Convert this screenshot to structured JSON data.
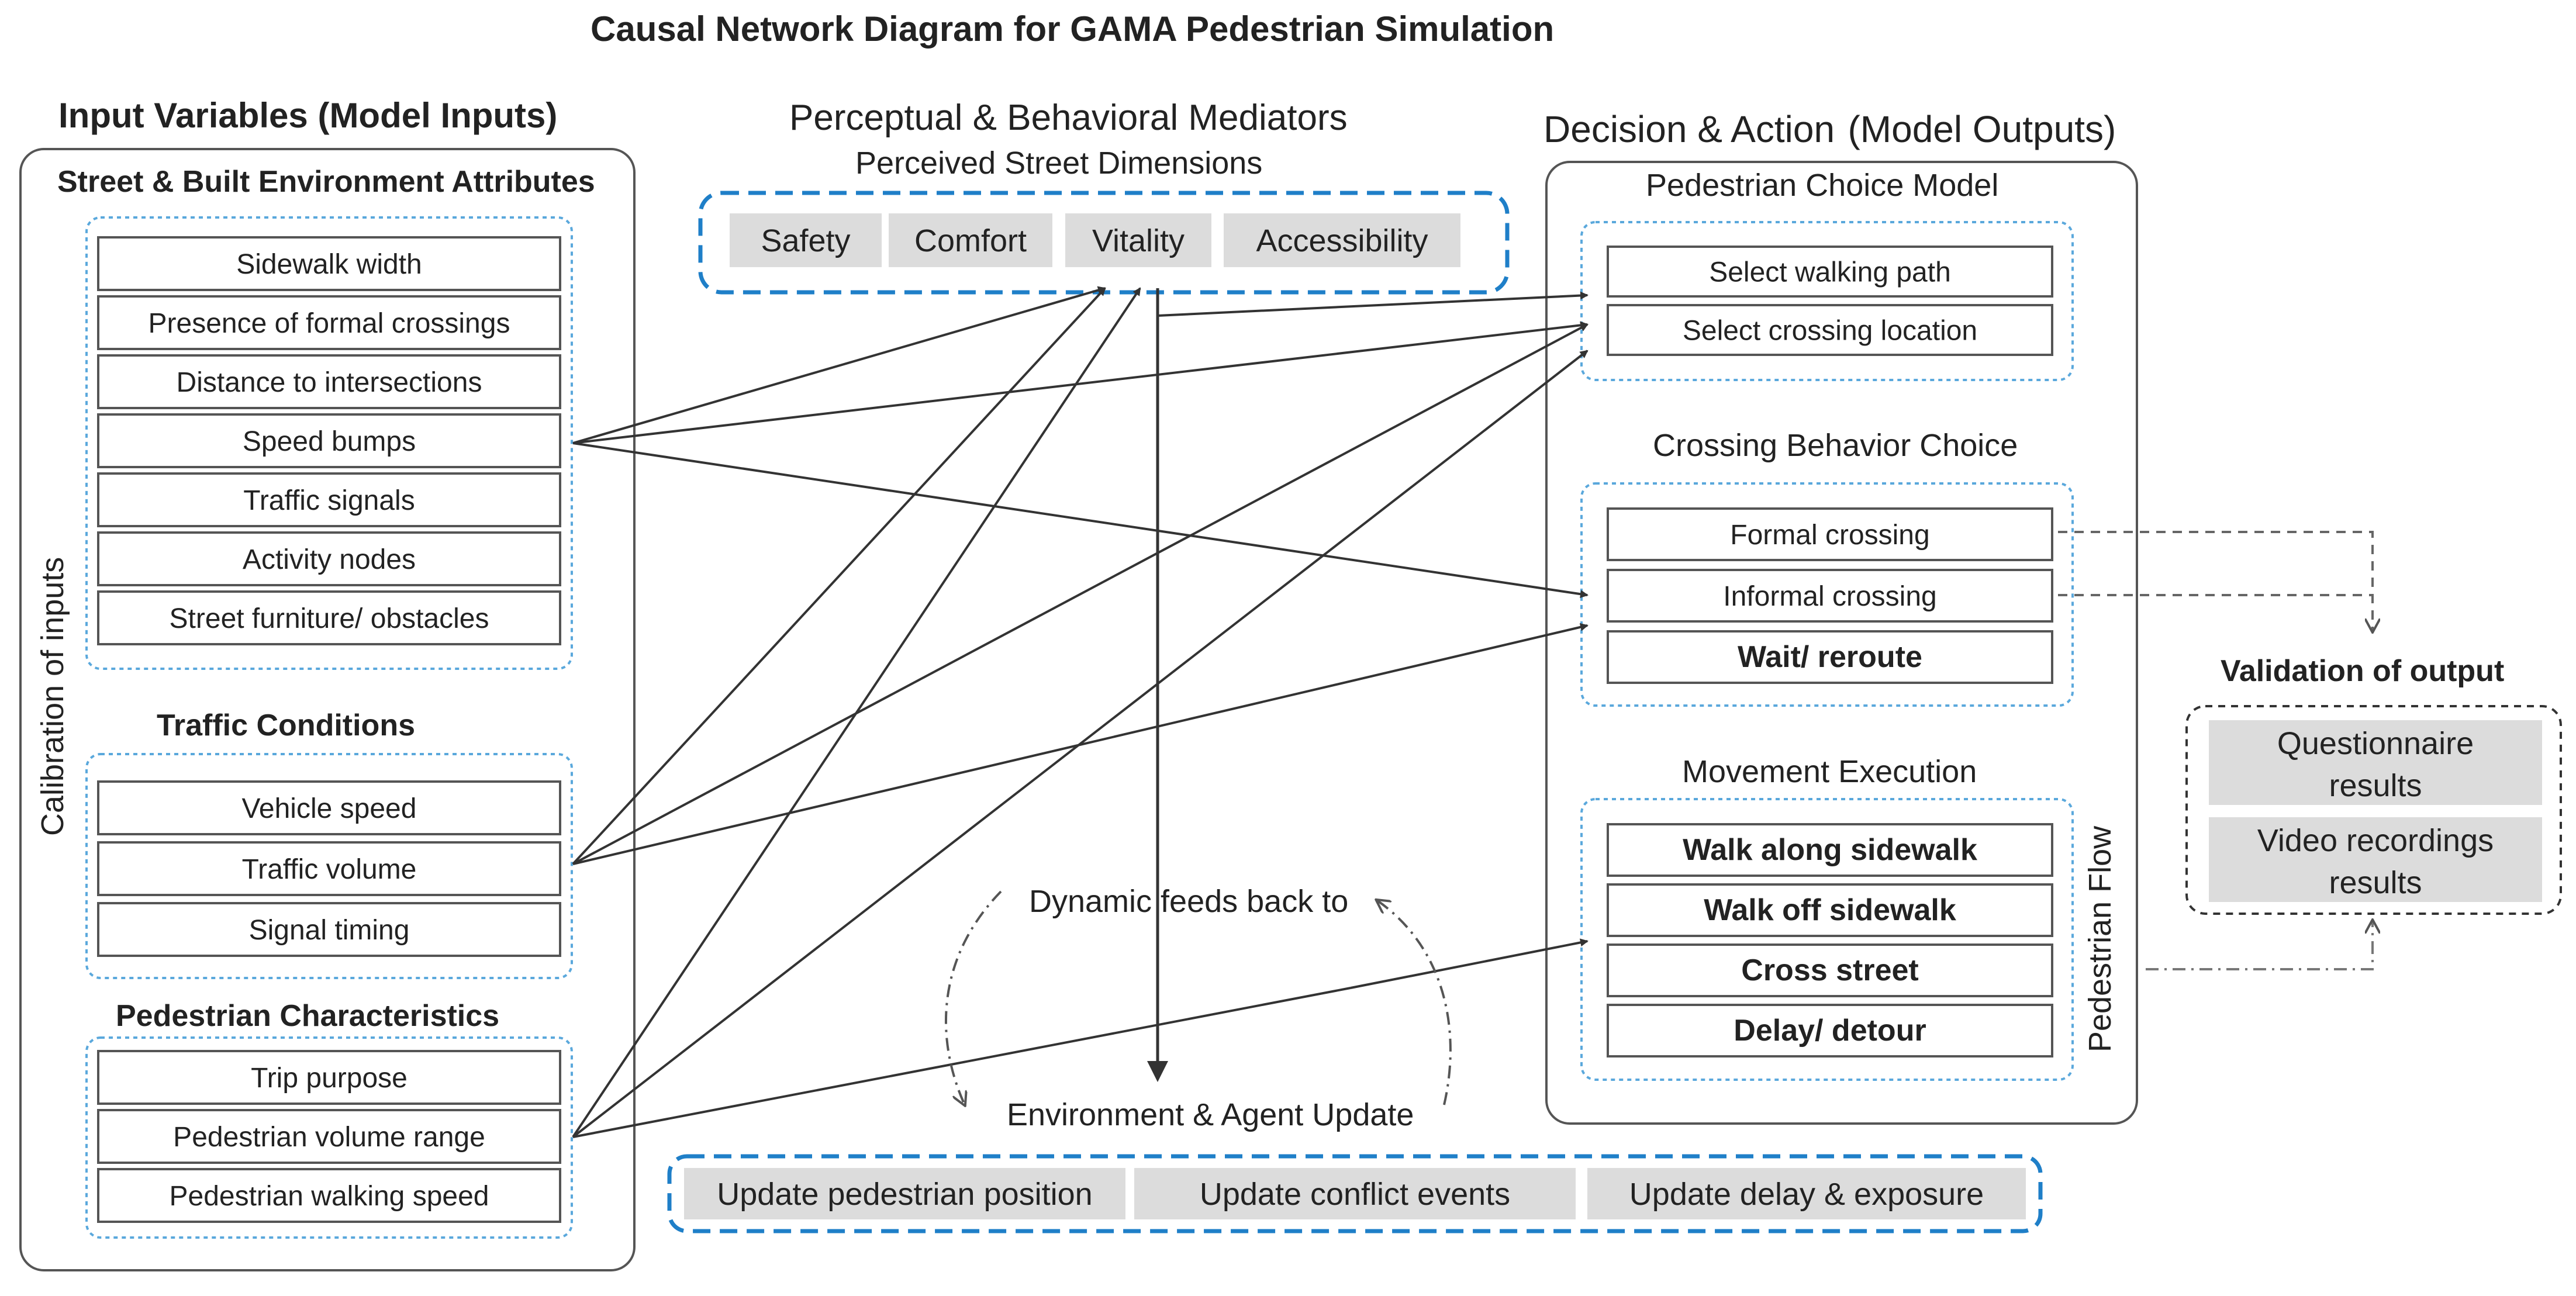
{
  "title": "Causal Network Diagram for GAMA Pedestrian Simulation",
  "inputs": {
    "header": "Input Variables (Model Inputs)",
    "side_label": "Calibration of inputs",
    "street_group": {
      "title": "Street & Built Environment Attributes",
      "items": [
        "Sidewalk width",
        "Presence of formal crossings",
        "Distance to intersections",
        "Speed bumps",
        "Traffic signals",
        "Activity nodes",
        "Street furniture/ obstacles"
      ]
    },
    "traffic_group": {
      "title": "Traffic Conditions",
      "items": [
        "Vehicle speed",
        "Traffic volume",
        "Signal timing"
      ]
    },
    "pedestrian_group": {
      "title": "Pedestrian Characteristics",
      "items": [
        "Trip purpose",
        "Pedestrian volume range",
        "Pedestrian walking speed"
      ]
    }
  },
  "mediators": {
    "header": "Perceptual & Behavioral Mediators",
    "subheader": "Perceived Street Dimensions",
    "chips": [
      "Safety",
      "Comfort",
      "Vitality",
      "Accessibility"
    ]
  },
  "feedback": {
    "label": "Dynamic feeds back to",
    "update_title": "Environment & Agent Update",
    "chips": [
      "Update pedestrian position",
      "Update conflict events",
      "Update delay & exposure"
    ]
  },
  "outputs": {
    "header_bold": "Decision & Action",
    "header_rest": "(Model Outputs)",
    "choice_model": {
      "title": "Pedestrian Choice Model",
      "items": [
        "Select walking path",
        "Select crossing location"
      ]
    },
    "crossing": {
      "title": "Crossing Behavior Choice",
      "items": [
        "Formal crossing",
        "Informal crossing",
        "Wait/ reroute"
      ]
    },
    "movement": {
      "title": "Movement Execution",
      "items": [
        "Walk along sidewalk",
        "Walk off sidewalk",
        "Cross street",
        "Delay/ detour"
      ],
      "side_label": "Pedestrian Flow"
    }
  },
  "validation": {
    "title": "Validation of output",
    "items": [
      [
        "Questionnaire",
        "results"
      ],
      [
        "Video recordings",
        "results"
      ]
    ]
  },
  "colors": {
    "blue_dash": "#1f7fc8",
    "light_blue_dot": "#5aa8dc",
    "chip_gray": "#dcdcdc",
    "stroke": "#444444"
  }
}
